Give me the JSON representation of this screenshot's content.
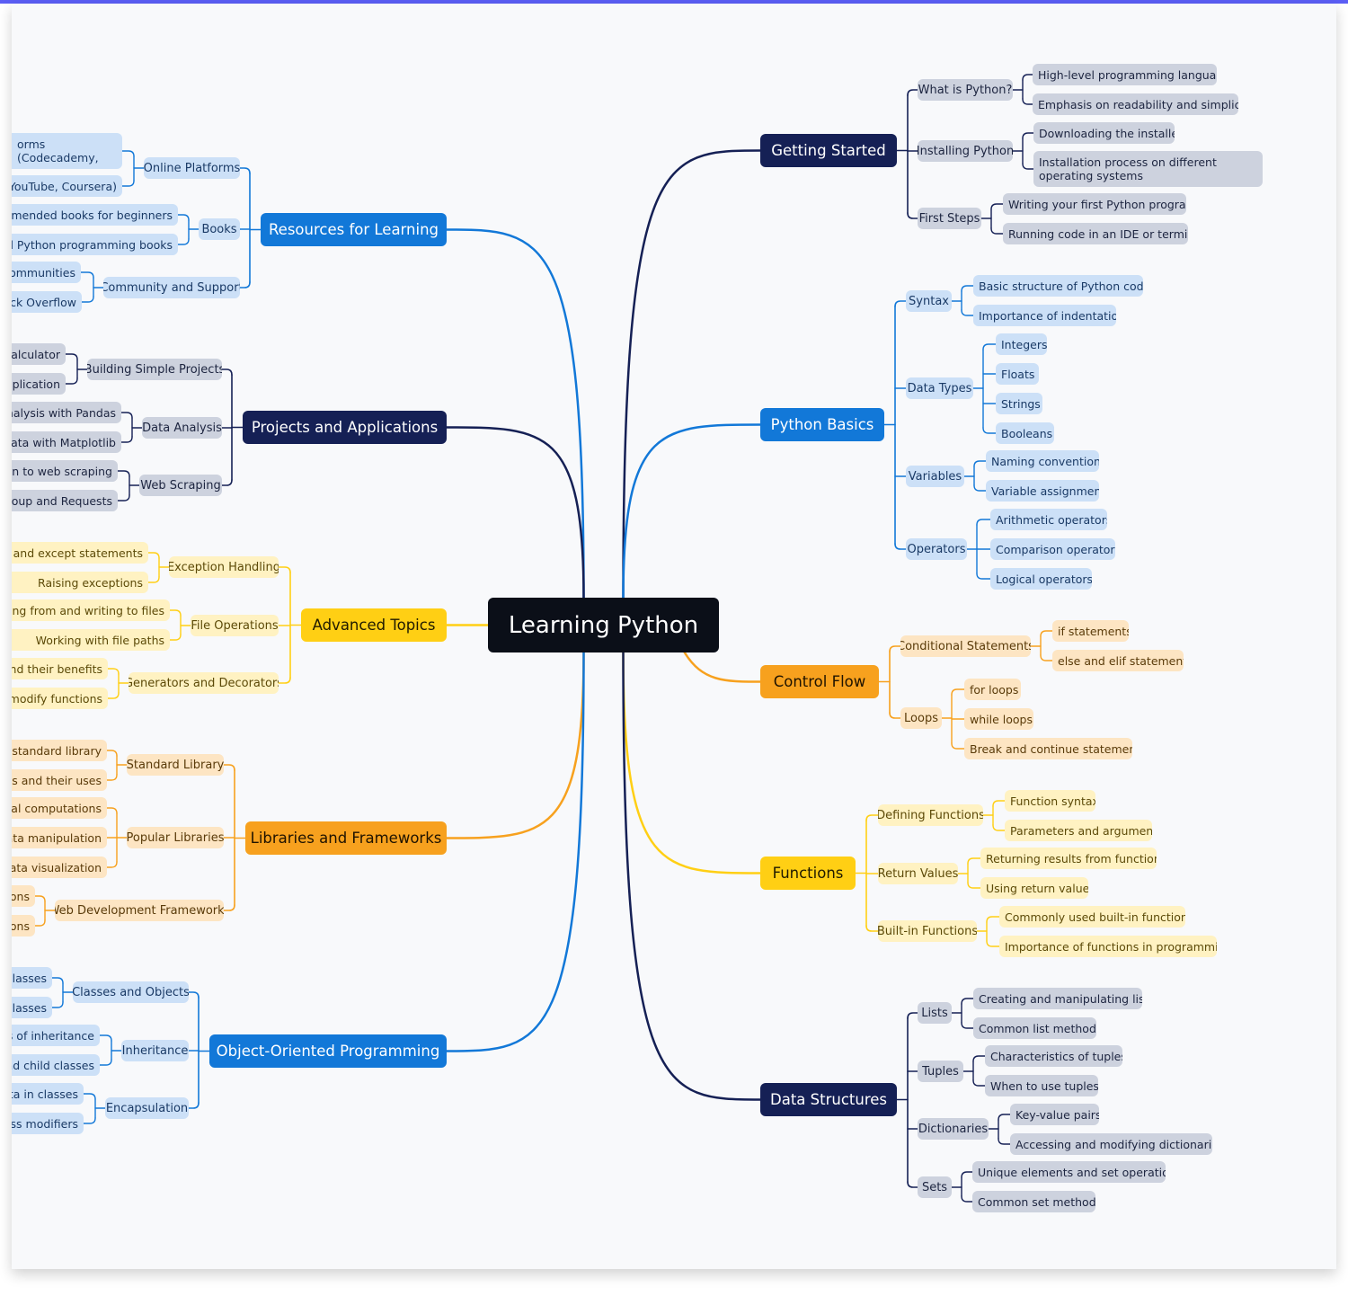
{
  "root": {
    "label": "Learning Python"
  },
  "colors": {
    "root_bg": "#0b0f18",
    "navy": "#152055",
    "blue": "#1278d8",
    "orange": "#f7a11e",
    "yellow": "#ffcf14",
    "navy_tint": "#cdd2de",
    "blue_tint": "#cce0f7",
    "orange_tint": "#fde5c3",
    "yellow_tint": "#fff2c2"
  },
  "branches": [
    {
      "label": "Getting Started",
      "side": "right",
      "theme": "navy",
      "subtopics": [
        {
          "label": "What is Python?",
          "children": [
            "High-level programming language",
            "Emphasis on readability and simplicity"
          ]
        },
        {
          "label": "Installing Python",
          "children": [
            "Downloading the installer",
            "Installation process on different operating systems"
          ]
        },
        {
          "label": "First Steps",
          "children": [
            "Writing your first Python program",
            "Running code in an IDE or terminal"
          ]
        }
      ]
    },
    {
      "label": "Python Basics",
      "side": "right",
      "theme": "blue",
      "subtopics": [
        {
          "label": "Syntax",
          "children": [
            "Basic structure of Python code",
            "Importance of indentation"
          ]
        },
        {
          "label": "Data Types",
          "children": [
            "Integers",
            "Floats",
            "Strings",
            "Booleans"
          ]
        },
        {
          "label": "Variables",
          "children": [
            "Naming conventions",
            "Variable assignment"
          ]
        },
        {
          "label": "Operators",
          "children": [
            "Arithmetic operators",
            "Comparison operators",
            "Logical operators"
          ]
        }
      ]
    },
    {
      "label": "Control Flow",
      "side": "right",
      "theme": "orange",
      "subtopics": [
        {
          "label": "Conditional Statements",
          "children": [
            "if statements",
            "else and elif statements"
          ]
        },
        {
          "label": "Loops",
          "children": [
            "for loops",
            "while loops",
            "Break and continue statements"
          ]
        }
      ]
    },
    {
      "label": "Functions",
      "side": "right",
      "theme": "yellow",
      "subtopics": [
        {
          "label": "Defining Functions",
          "children": [
            "Function syntax",
            "Parameters and arguments"
          ]
        },
        {
          "label": "Return Values",
          "children": [
            "Returning results from functions",
            "Using return values"
          ]
        },
        {
          "label": "Built-in Functions",
          "children": [
            "Commonly used built-in functions",
            "Importance of functions in programming"
          ]
        }
      ]
    },
    {
      "label": "Data Structures",
      "side": "right",
      "theme": "navy",
      "subtopics": [
        {
          "label": "Lists",
          "children": [
            "Creating and manipulating lists",
            "Common list methods"
          ]
        },
        {
          "label": "Tuples",
          "children": [
            "Characteristics of tuples",
            "When to use tuples"
          ]
        },
        {
          "label": "Dictionaries",
          "children": [
            "Key-value pairs",
            "Accessing and modifying dictionaries"
          ]
        },
        {
          "label": "Sets",
          "children": [
            "Unique elements and set operations",
            "Common set methods"
          ]
        }
      ]
    },
    {
      "label": "Resources for Learning",
      "side": "left",
      "theme": "blue",
      "subtopics": [
        {
          "label": "Online Platforms",
          "children": [
            "orms (Codecademy,",
            "(YouTube, Coursera)"
          ]
        },
        {
          "label": "Books",
          "children": [
            "ommended books for beginners",
            "ced Python programming books"
          ]
        },
        {
          "label": "Community and Support",
          "children": [
            "communities",
            "ack Overflow"
          ]
        }
      ]
    },
    {
      "label": "Projects and Applications",
      "side": "left",
      "theme": "navy",
      "subtopics": [
        {
          "label": "Building Simple Projects",
          "children": [
            "alculator",
            "pplication"
          ]
        },
        {
          "label": "Data Analysis",
          "children": [
            "analysis with Pandas",
            "data with Matplotlib"
          ]
        },
        {
          "label": "Web Scraping",
          "children": [
            "ion to web scraping",
            "Soup and Requests"
          ]
        }
      ]
    },
    {
      "label": "Advanced Topics",
      "side": "left",
      "theme": "yellow",
      "subtopics": [
        {
          "label": "Exception Handling",
          "children": [
            "ry and except statements",
            "Raising exceptions"
          ]
        },
        {
          "label": "File Operations",
          "children": [
            "ading from and writing to files",
            "Working with file paths"
          ]
        },
        {
          "label": "Generators and Decorators",
          "children": [
            "and their benefits",
            "modify functions"
          ]
        }
      ]
    },
    {
      "label": "Libraries and Frameworks",
      "side": "left",
      "theme": "orange",
      "subtopics": [
        {
          "label": "Standard Library",
          "children": [
            "n standard library",
            "les and their uses"
          ]
        },
        {
          "label": "Popular Libraries",
          "children": [
            "cal computations",
            "data manipulation",
            "data visualization"
          ]
        },
        {
          "label": "Web Development Frameworks",
          "children": [
            "ons",
            "ons"
          ]
        }
      ]
    },
    {
      "label": "Object-Oriented Programming",
      "side": "left",
      "theme": "blue",
      "subtopics": [
        {
          "label": "Classes and Objects",
          "children": [
            "classes",
            "classes"
          ]
        },
        {
          "label": "Inheritance",
          "children": [
            "ts of inheritance",
            "nd child classes"
          ]
        },
        {
          "label": "Encapsulation",
          "children": [
            "ata in classes",
            "ess modifiers"
          ]
        }
      ]
    }
  ]
}
